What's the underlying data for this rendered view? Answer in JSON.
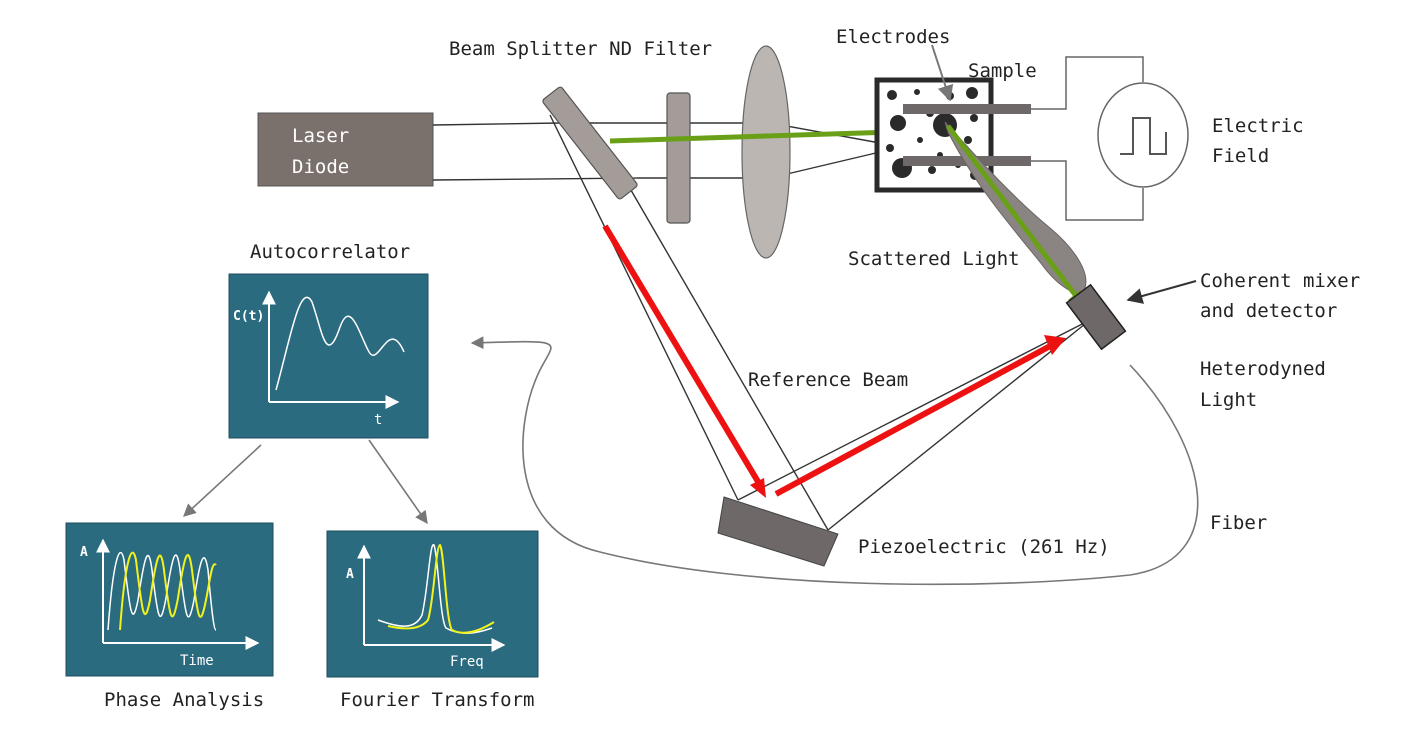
{
  "labels": {
    "laser_line1": "Laser",
    "laser_line2": "Diode",
    "beam_splitter_nd": "Beam Splitter ND Filter",
    "electrodes": "Electrodes",
    "sample": "Sample",
    "electric_line1": "Electric",
    "electric_line2": "Field",
    "scattered": "Scattered Light",
    "coherent_line1": "Coherent mixer",
    "coherent_line2": "and detector",
    "heterodyned_line1": "Heterodyned",
    "heterodyned_line2": "Light",
    "reference_beam": "Reference Beam",
    "fiber": "Fiber",
    "piezo": "Piezoelectric (261 Hz)",
    "autocorrelator": "Autocorrelator",
    "phase_analysis": "Phase Analysis",
    "fourier_transform": "Fourier Transform"
  },
  "plots": {
    "autocorr_y": "C(t)",
    "autocorr_x": "t",
    "phase_y": "A",
    "phase_x": "Time",
    "fourier_y": "A",
    "fourier_x": "Freq"
  },
  "colors": {
    "panel": "#2a6b80",
    "component": "#7a716d",
    "lens": "#bcb6b3",
    "green_beam": "#6aa017",
    "red_beam": "#ee1111",
    "yellow_trace": "#f2f21b"
  }
}
